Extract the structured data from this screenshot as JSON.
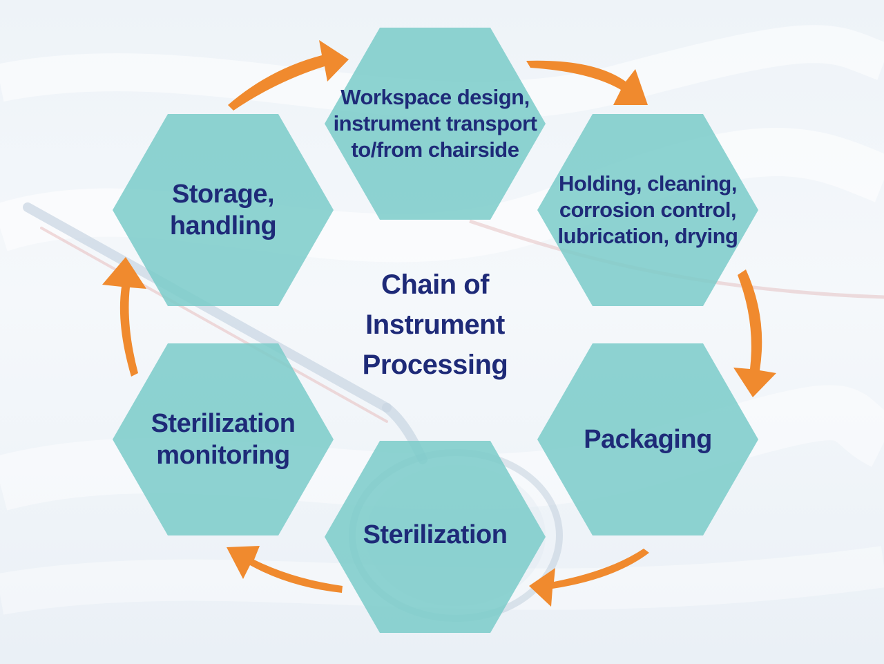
{
  "center_title": "Chain of\nInstrument\nProcessing",
  "steps": [
    {
      "label": "Workspace design,\ninstrument transport\nto/from chairside"
    },
    {
      "label": "Holding, cleaning,\ncorrosion control,\nlubrication, drying"
    },
    {
      "label": "Packaging"
    },
    {
      "label": "Sterilization"
    },
    {
      "label": "Sterilization\nmonitoring"
    },
    {
      "label": "Storage,\nhandling"
    }
  ],
  "colors": {
    "hexagon_fill": "#7cccc9",
    "arrow": "#f08a2e",
    "text": "#1e2a78"
  }
}
